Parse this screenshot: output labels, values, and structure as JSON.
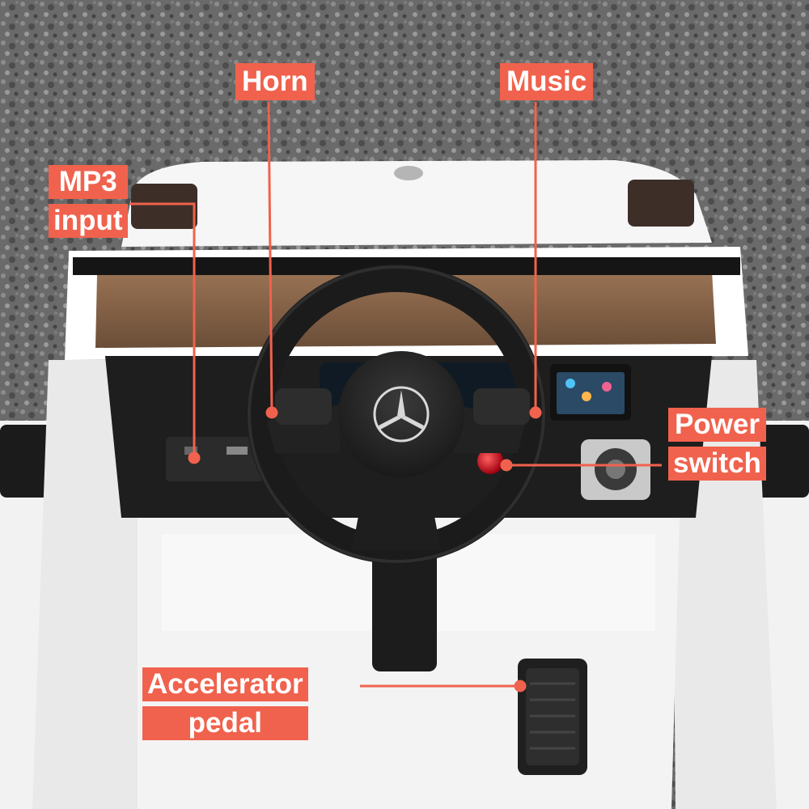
{
  "colors": {
    "callout": "#f0624d",
    "body_white": "#f4f4f4",
    "dash_black": "#222222",
    "ground": "#6b6b6b",
    "power_red": "#d80b1a"
  },
  "icons": {
    "steering": "steering-wheel-icon",
    "logo": "mercedes-star-icon",
    "pedal": "pedal-icon",
    "knob": "power-knob-icon"
  },
  "labels": {
    "horn": "Horn",
    "music": "Music",
    "mp3_line1": "MP3",
    "mp3_line2": "input",
    "power_line1": "Power",
    "power_line2": "switch",
    "accel_line1": "Accelerator",
    "accel_line2": "pedal"
  }
}
